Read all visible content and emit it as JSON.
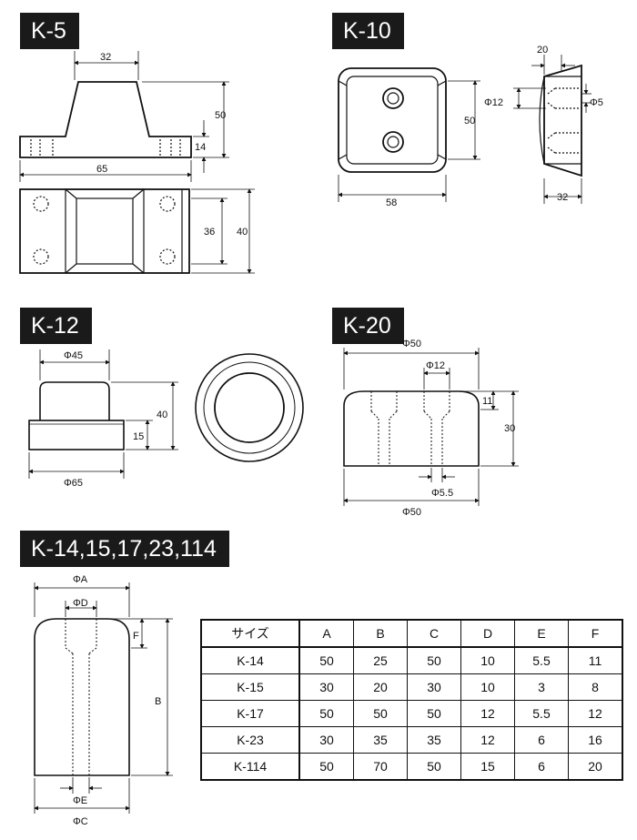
{
  "sections": {
    "k5": {
      "title": "K-5",
      "dims": {
        "top_width": "32",
        "height": "50",
        "base_height": "14",
        "length": "65",
        "inner": "36",
        "width": "40"
      }
    },
    "k10": {
      "title": "K-10",
      "dims": {
        "side_top": "20",
        "hole_outer": "Φ12",
        "hole_inner": "Φ5",
        "height": "50",
        "width": "58",
        "depth": "32"
      }
    },
    "k12": {
      "title": "K-12",
      "dims": {
        "top_dia": "Φ45",
        "height": "40",
        "base_height": "15",
        "base_dia": "Φ65"
      }
    },
    "k20": {
      "title": "K-20",
      "dims": {
        "top_dia": "Φ50",
        "hole": "Φ12",
        "chamfer": "11",
        "height": "30",
        "small_hole": "Φ5.5",
        "bottom_dia": "Φ50"
      }
    },
    "k14": {
      "title": "K-14,15,17,23,114",
      "dims": {
        "a": "ΦA",
        "d": "ΦD",
        "f": "F",
        "b": "B",
        "e": "ΦE",
        "c": "ΦC"
      }
    }
  },
  "table": {
    "headers": [
      "サイズ",
      "A",
      "B",
      "C",
      "D",
      "E",
      "F"
    ],
    "rows": [
      [
        "K-14",
        "50",
        "25",
        "50",
        "10",
        "5.5",
        "11"
      ],
      [
        "K-15",
        "30",
        "20",
        "30",
        "10",
        "3",
        "8"
      ],
      [
        "K-17",
        "50",
        "50",
        "50",
        "12",
        "5.5",
        "12"
      ],
      [
        "K-23",
        "30",
        "35",
        "35",
        "12",
        "6",
        "16"
      ],
      [
        "K-114",
        "50",
        "70",
        "50",
        "15",
        "6",
        "20"
      ]
    ]
  }
}
